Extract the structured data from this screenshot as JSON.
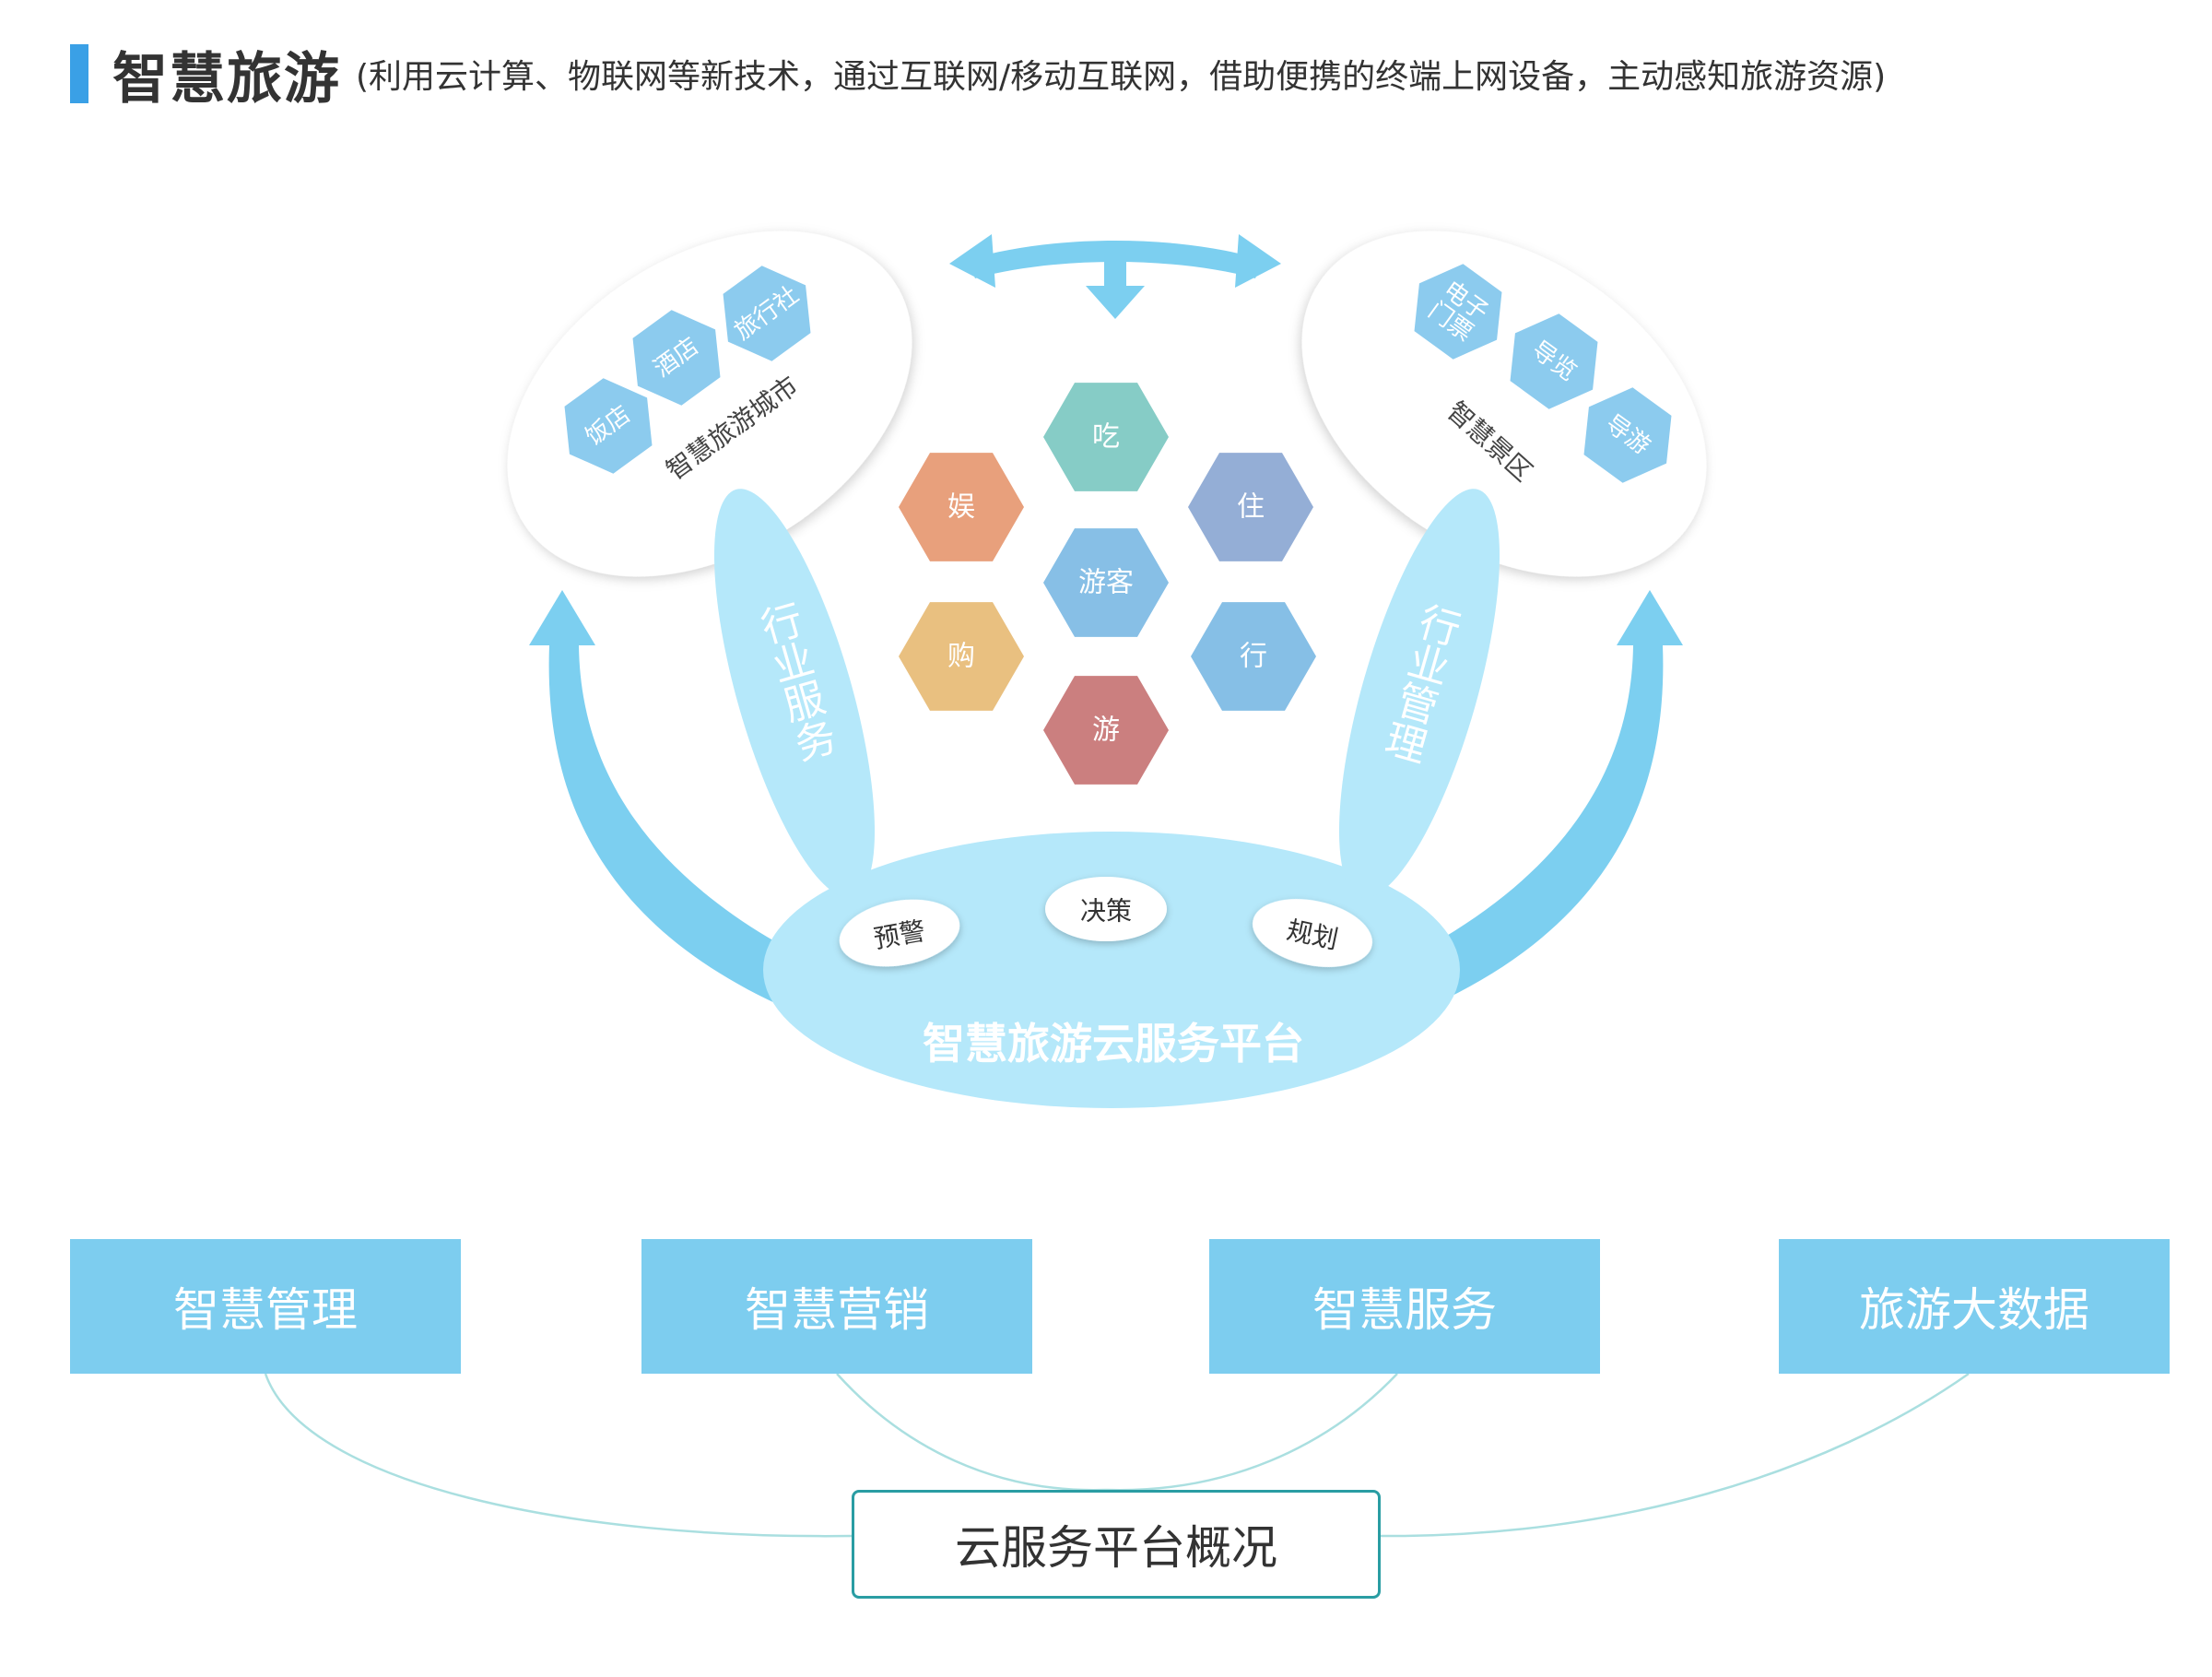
{
  "header": {
    "title": "智慧旅游",
    "subtitle": "(利用云计算、物联网等新技术，通过互联网/移动互联网，借助便携的终端上网设备，主动感知旅游资源)"
  },
  "colors": {
    "accent": "#3aa0e6",
    "arrow": "#7ccff0",
    "platform": "#b5e8fa",
    "box": "#7dcdef",
    "outline": "#2a9da3",
    "hex_small": "#8ccbee"
  },
  "city": {
    "label": "智慧旅游城市",
    "items": [
      "饭店",
      "酒店",
      "旅行社"
    ]
  },
  "scenic": {
    "label": "智慧景区",
    "items": [
      "电子门票",
      "导览",
      "导游"
    ]
  },
  "center": {
    "items": [
      {
        "label": "吃",
        "color": "#86ccc6"
      },
      {
        "label": "娱",
        "color": "#e8a07c"
      },
      {
        "label": "住",
        "color": "#94aed6"
      },
      {
        "label": "游客",
        "color": "#87bfe6"
      },
      {
        "label": "购",
        "color": "#e9c080"
      },
      {
        "label": "行",
        "color": "#86bfe6"
      },
      {
        "label": "游",
        "color": "#cb7f7f"
      }
    ]
  },
  "industry_service": "行业服务",
  "industry_management": "行业管理",
  "platform": {
    "title": "智慧旅游云服务平台",
    "items": [
      "预警",
      "决策",
      "规划"
    ]
  },
  "boxes": [
    "智慧管理",
    "智慧营销",
    "智慧服务",
    "旅游大数据"
  ],
  "cloud_overview": "云服务平台概况"
}
